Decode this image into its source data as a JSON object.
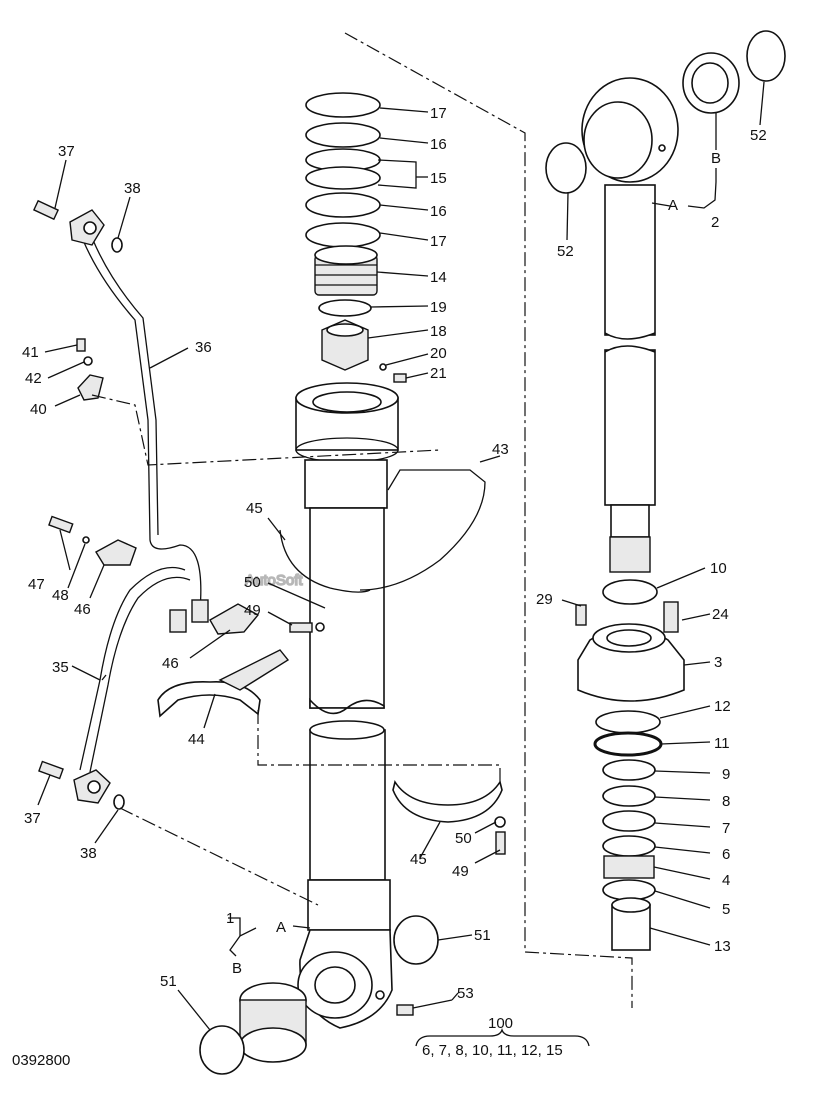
{
  "watermark": "AutoSoft",
  "drawing_number": "0392800",
  "labels": {
    "p1": "1",
    "p2": "2",
    "p3": "3",
    "p4": "4",
    "p5": "5",
    "p6": "6",
    "p7": "7",
    "p8": "8",
    "p9": "9",
    "p10": "10",
    "p11": "11",
    "p12": "12",
    "p13": "13",
    "p14": "14",
    "p15": "15",
    "p16": "16",
    "p17": "17",
    "p18": "18",
    "p19": "19",
    "p20": "20",
    "p21": "21",
    "p24": "24",
    "p29": "29",
    "p35": "35",
    "p36": "36",
    "p37": "37",
    "p38": "38",
    "p40": "40",
    "p41": "41",
    "p42": "42",
    "p43": "43",
    "p44": "44",
    "p45": "45",
    "p46": "46",
    "p47": "47",
    "p48": "48",
    "p49": "49",
    "p50": "50",
    "p51": "51",
    "p52": "52",
    "p53": "53",
    "A": "A",
    "B": "B"
  },
  "kit": {
    "number": "100",
    "contents": "6, 7, 8, 10, 11, 12, 15"
  }
}
